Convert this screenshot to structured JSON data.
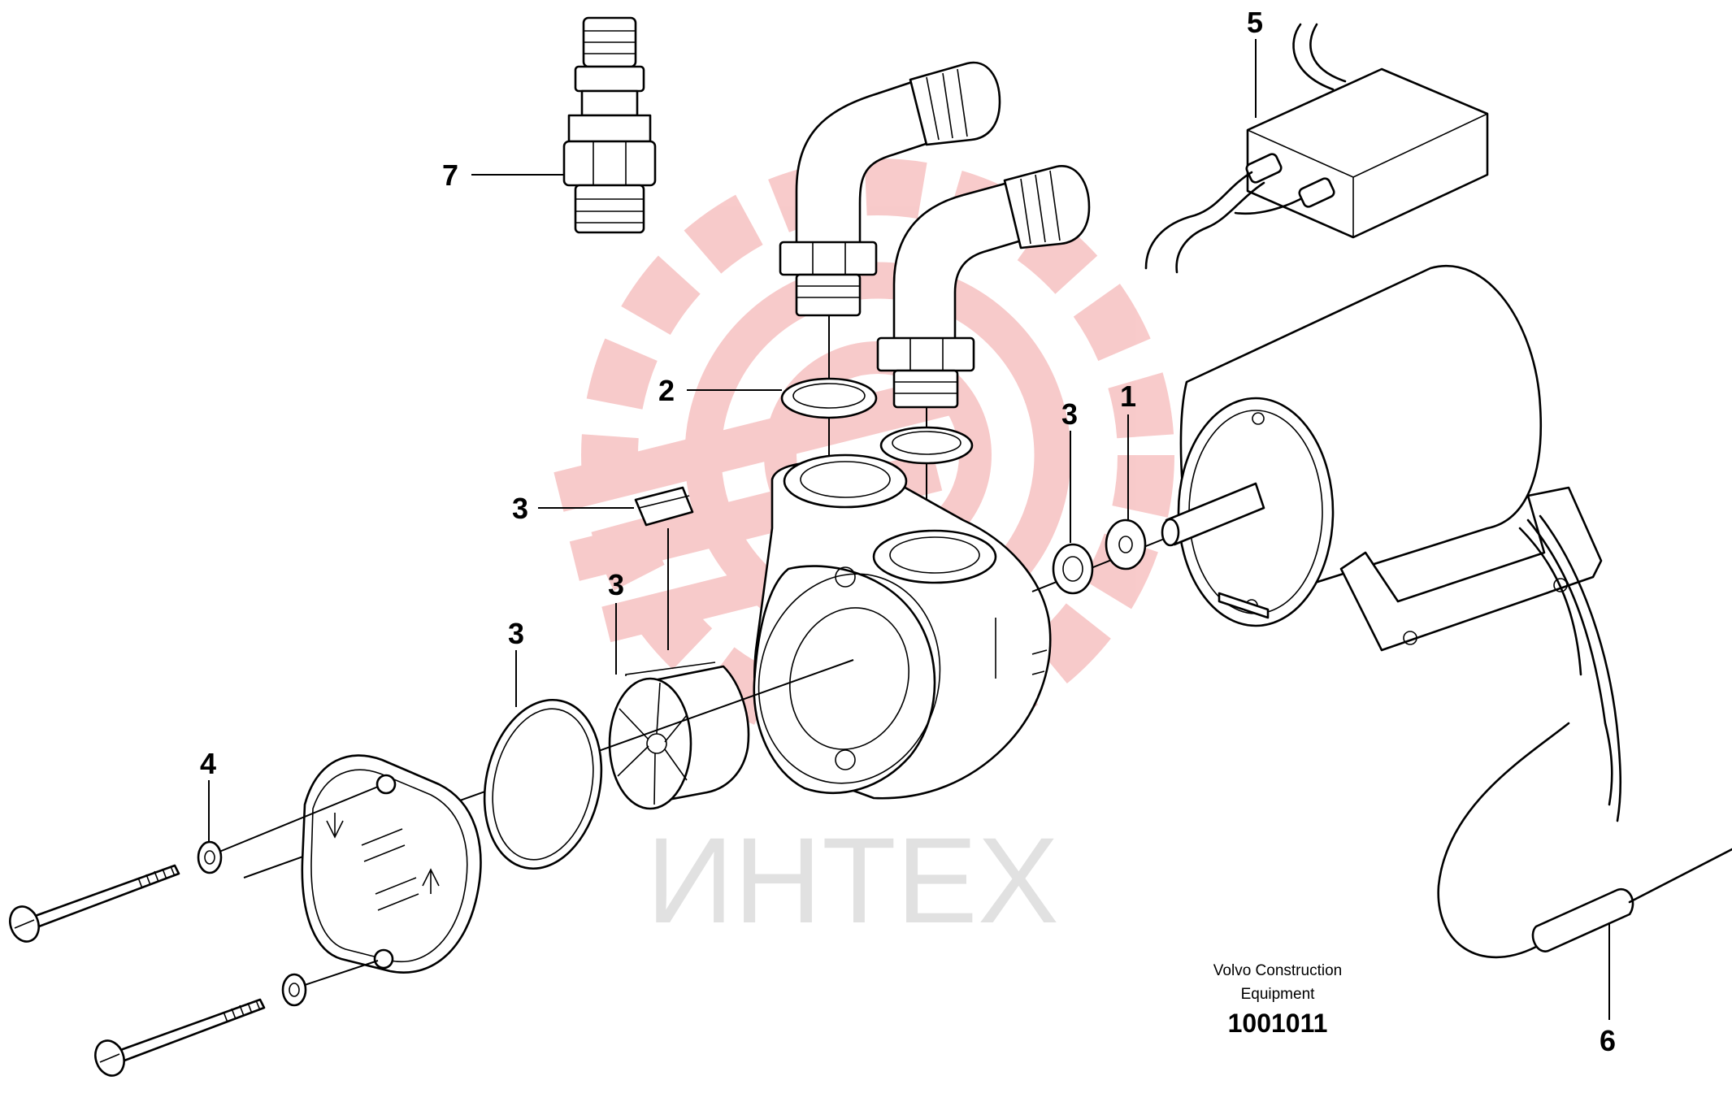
{
  "diagram": {
    "callouts": [
      {
        "id": "c7",
        "label": "7"
      },
      {
        "id": "c5",
        "label": "5"
      },
      {
        "id": "c2",
        "label": "2"
      },
      {
        "id": "c3a",
        "label": "3"
      },
      {
        "id": "c3b",
        "label": "3"
      },
      {
        "id": "c3c",
        "label": "3"
      },
      {
        "id": "c3d",
        "label": "3"
      },
      {
        "id": "c1",
        "label": "1"
      },
      {
        "id": "c4",
        "label": "4"
      },
      {
        "id": "c6",
        "label": "6"
      }
    ],
    "footer": {
      "line1": "Volvo Construction",
      "line2": "Equipment",
      "drawing_number": "1001011"
    },
    "watermark": {
      "text": "ИНТЕХ",
      "color": "#f2a0a0"
    }
  }
}
